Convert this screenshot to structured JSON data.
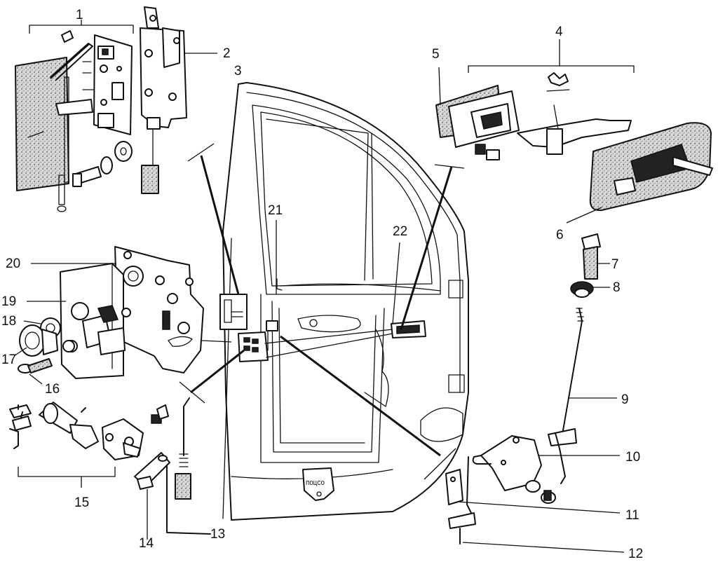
{
  "labels": {
    "l1": "1",
    "l2": "2",
    "l3": "3",
    "l4": "4",
    "l5": "5",
    "l6": "6",
    "l7": "7",
    "l8": "8",
    "l9": "9",
    "l10": "10",
    "l11": "11",
    "l12": "12",
    "l13": "13",
    "l14": "14",
    "l15": "15",
    "l16": "16",
    "l17": "17",
    "l18": "18",
    "l19": "19",
    "l20": "20",
    "l21": "21",
    "l22": "22"
  },
  "stamp_text": "ПОЦСО",
  "colors": {
    "ink": "#111111",
    "paper": "#ffffff"
  }
}
